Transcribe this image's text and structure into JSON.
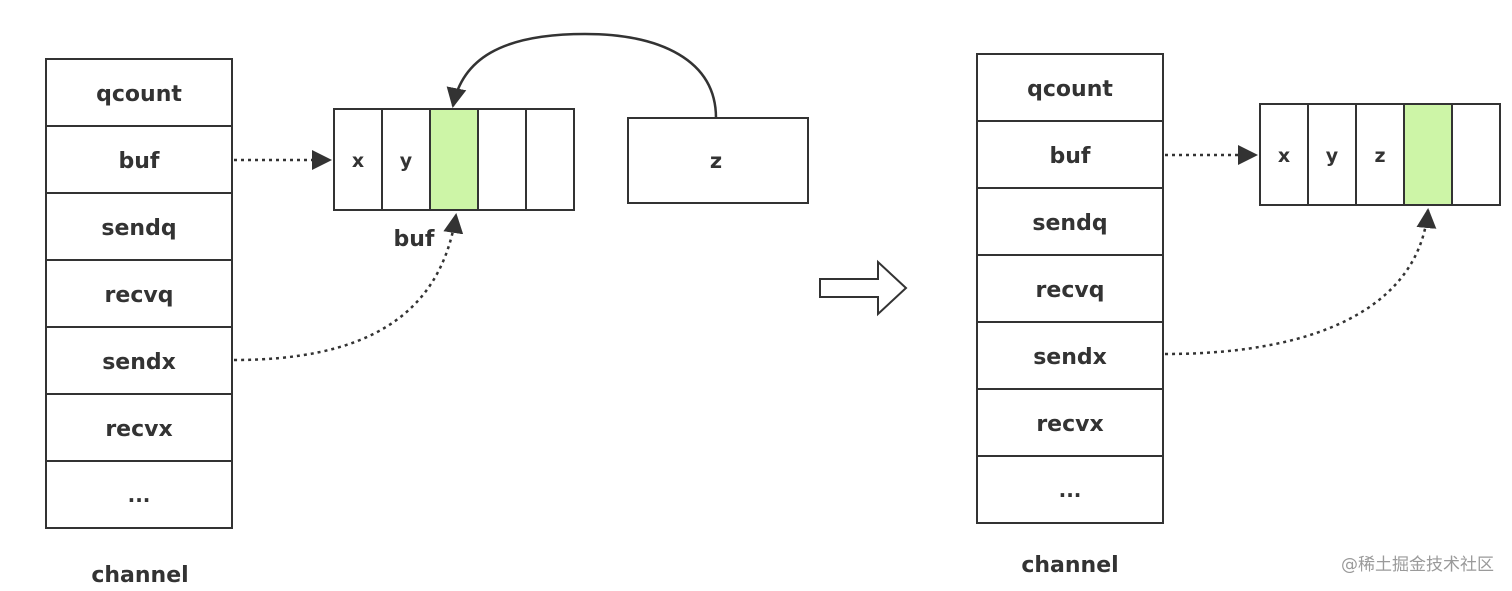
{
  "left": {
    "fields": [
      "qcount",
      "buf",
      "sendq",
      "recvq",
      "sendx",
      "recvx",
      "..."
    ],
    "caption": "channel",
    "buf_cells": [
      "x",
      "y",
      "",
      "",
      ""
    ],
    "buf_label": "buf",
    "incoming": "z"
  },
  "right": {
    "fields": [
      "qcount",
      "buf",
      "sendq",
      "recvq",
      "sendx",
      "recvx",
      "..."
    ],
    "caption": "channel",
    "buf_cells": [
      "x",
      "y",
      "z",
      "",
      ""
    ]
  },
  "watermark": "@稀土掘金技术社区",
  "colors": {
    "highlight": "#cdf5a7",
    "stroke": "#333333"
  }
}
